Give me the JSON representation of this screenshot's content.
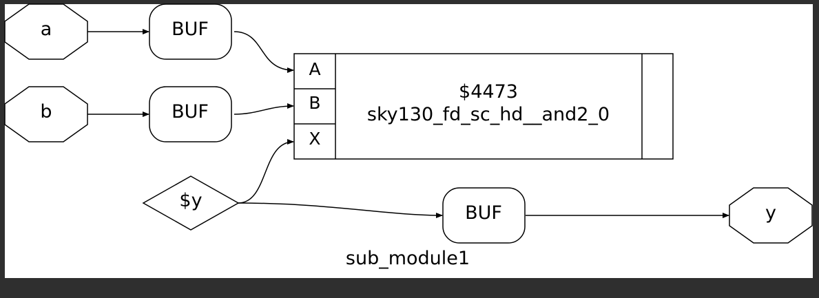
{
  "diagram": {
    "module_name": "sub_module1",
    "inputs": {
      "a": "a",
      "b": "b"
    },
    "outputs": {
      "y": "y"
    },
    "buffers": {
      "buf_a": "BUF",
      "buf_b": "BUF",
      "buf_y": "BUF"
    },
    "wire": {
      "label": "$y"
    },
    "cell": {
      "id": "$4473",
      "type": "sky130_fd_sc_hd__and2_0",
      "ports": {
        "A": "A",
        "B": "B",
        "X": "X"
      }
    }
  },
  "colors": {
    "frame": "#2f2f2f",
    "background": "#ffffff",
    "stroke": "#000000"
  }
}
